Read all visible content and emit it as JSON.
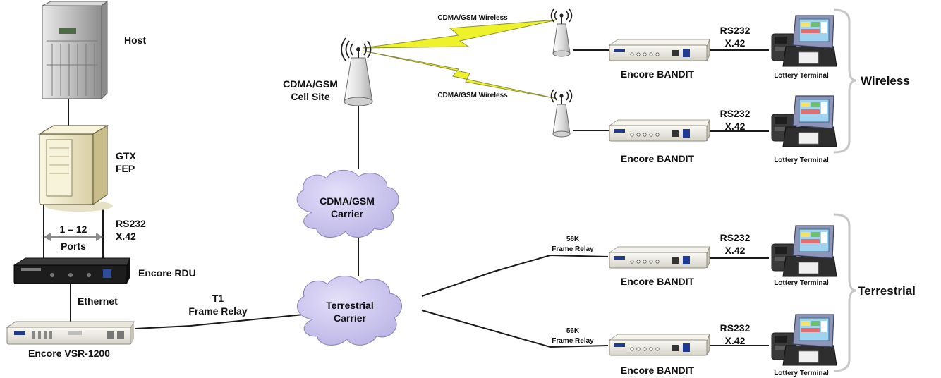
{
  "colors": {
    "wire": "#1a1a1a",
    "cloud": "#c9c3ec",
    "lightning": "#eef22b",
    "bracket": "#c8c8c8",
    "device": "#f1efe9"
  },
  "labels": {
    "host": "Host",
    "gtx": "GTX",
    "fep": "FEP",
    "rs232_fep": "RS232",
    "x42_fep": "X.42",
    "ports_range": "1 – 12",
    "ports": "Ports",
    "encore_rdu": "Encore RDU",
    "ethernet": "Ethernet",
    "vsr": "Encore VSR-1200",
    "t1": "T1",
    "frame_relay_t1": "Frame Relay",
    "cell_site_1": "CDMA/GSM",
    "cell_site_2": "Cell Site",
    "wireless_link_1": "CDMA/GSM Wireless",
    "wireless_link_2": "CDMA/GSM Wireless",
    "cdma_carrier_1": "CDMA/GSM",
    "cdma_carrier_2": "Carrier",
    "terr_carrier_1": "Terrestrial",
    "terr_carrier_2": "Carrier",
    "fr56_a_1": "56K",
    "fr56_a_2": "Frame Relay",
    "fr56_b_1": "56K",
    "fr56_b_2": "Frame Relay",
    "bandit_1": "Encore BANDIT",
    "bandit_2": "Encore BANDIT",
    "bandit_3": "Encore BANDIT",
    "bandit_4": "Encore BANDIT",
    "rs232_1": "RS232",
    "x42_1": "X.42",
    "rs232_2": "RS232",
    "x42_2": "X.42",
    "rs232_3": "RS232",
    "x42_3": "X.42",
    "rs232_4": "RS232",
    "x42_4": "X.42",
    "terminal_1": "Lottery Terminal",
    "terminal_2": "Lottery Terminal",
    "terminal_3": "Lottery Terminal",
    "terminal_4": "Lottery Terminal",
    "group_wireless": "Wireless",
    "group_terrestrial": "Terrestrial"
  }
}
